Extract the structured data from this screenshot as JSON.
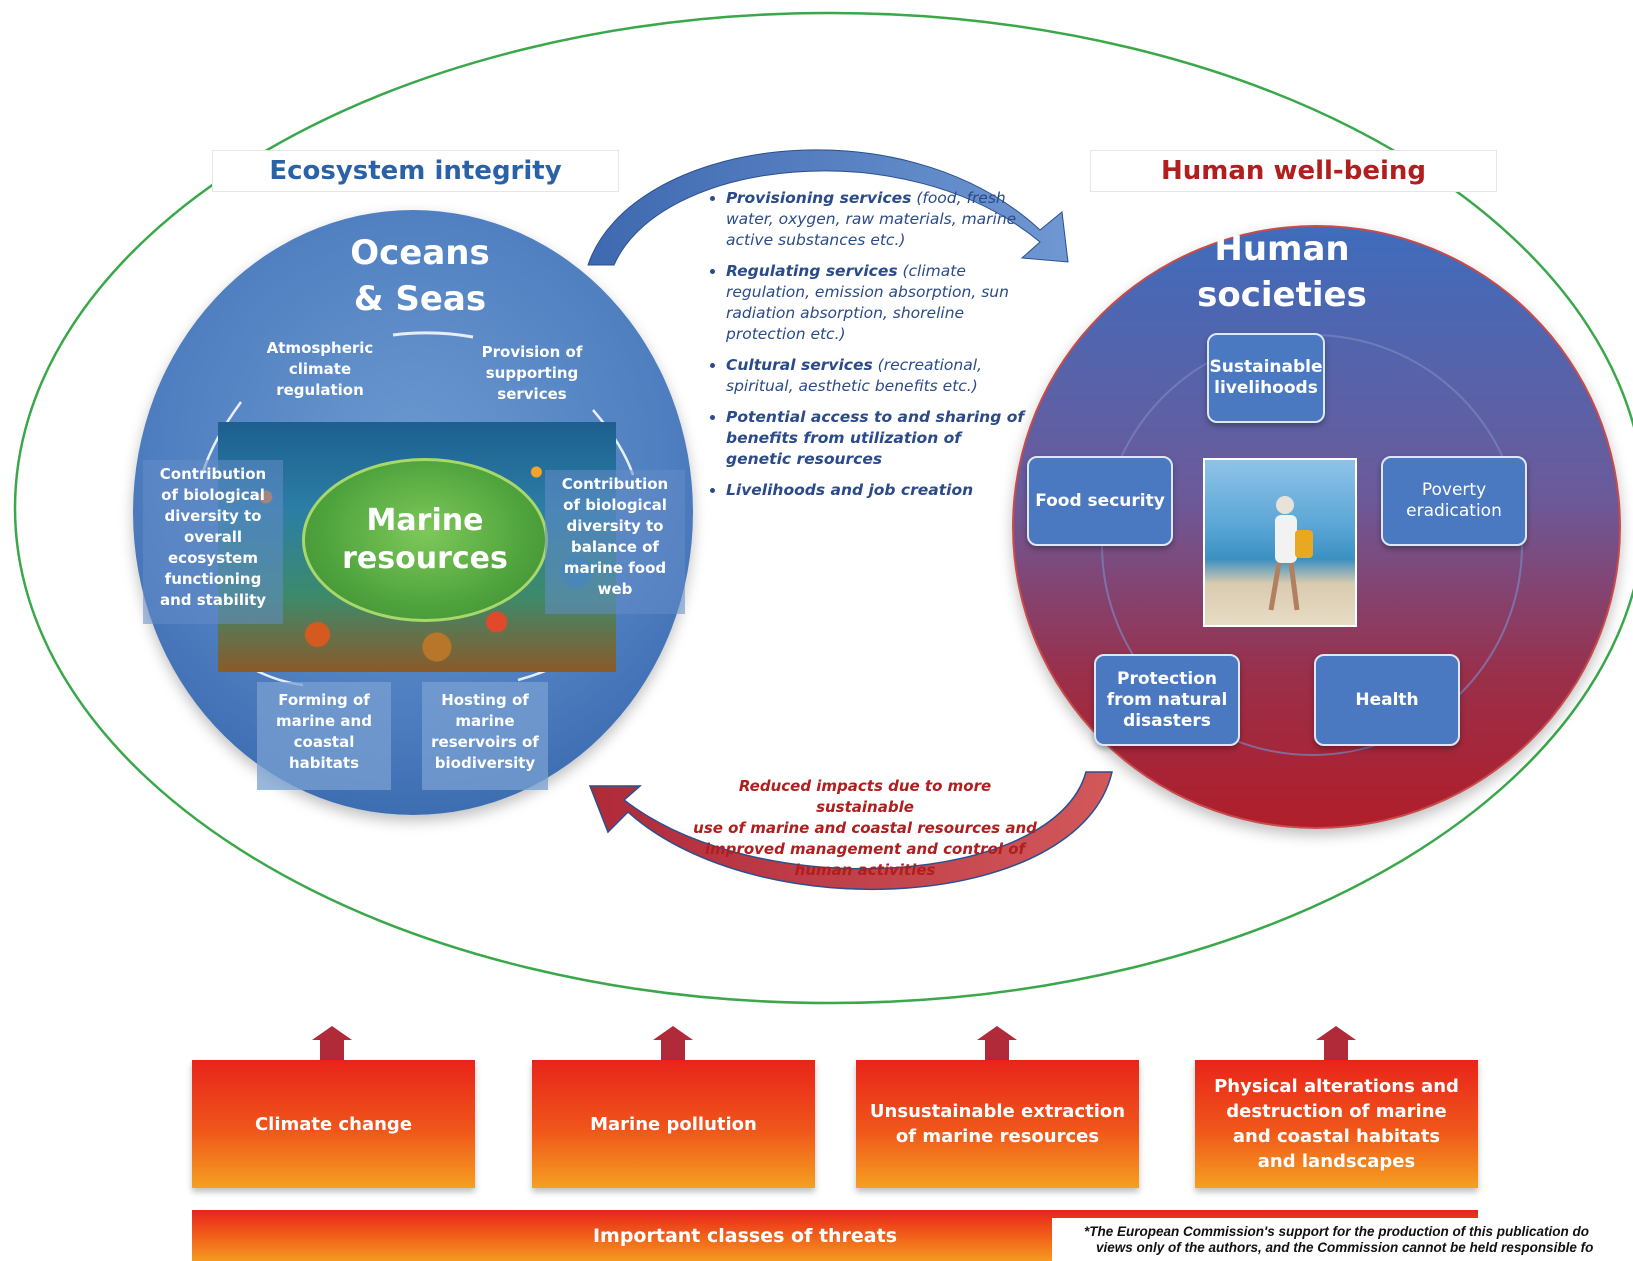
{
  "headers": {
    "left": "Ecosystem integrity",
    "right": "Human well-being"
  },
  "oceans": {
    "title_line1": "Oceans",
    "title_line2": "& Seas",
    "marine_line1": "Marine",
    "marine_line2": "resources",
    "items": {
      "atmospheric": [
        "Atmospheric",
        "climate",
        "regulation"
      ],
      "provision": [
        "Provision of",
        "supporting",
        "services"
      ],
      "contrib_left": [
        "Contribution",
        "of biological",
        "diversity to",
        "overall",
        "ecosystem",
        "functioning",
        "and stability"
      ],
      "contrib_right": [
        "Contribution",
        "of biological",
        "diversity to",
        "balance of",
        "marine food",
        "web"
      ],
      "forming": [
        "Forming of",
        "marine and",
        "coastal",
        "habitats"
      ],
      "hosting": [
        "Hosting of",
        "marine",
        "reservoirs of",
        "biodiversity"
      ]
    }
  },
  "services": [
    {
      "bold": "Provisioning services",
      "rest": " (food, fresh water, oxygen, raw materials, marine active substances etc.)"
    },
    {
      "bold": "Regulating services",
      "rest": " (climate regulation, emission absorption, sun radiation absorption, shoreline protection etc.)"
    },
    {
      "bold": "Cultural services",
      "rest": " (recreational, spiritual, aesthetic benefits etc.)"
    },
    {
      "bold": "Potential access to and sharing of benefits from utilization of genetic resources",
      "rest": ""
    },
    {
      "bold": "Livelihoods and job creation",
      "rest": ""
    }
  ],
  "reduced_impacts": [
    "Reduced impacts due to more sustainable",
    "use of marine and coastal resources and",
    "improved management and control of",
    "human activities"
  ],
  "human": {
    "title_line1": "Human",
    "title_line2": "societies",
    "nodes": {
      "sustainable": [
        "Sustainable",
        "livelihoods"
      ],
      "food": [
        "Food security"
      ],
      "poverty": [
        "Poverty",
        "eradication"
      ],
      "protection": [
        "Protection",
        "from natural",
        "disasters"
      ],
      "health": [
        "Health"
      ]
    }
  },
  "threats": {
    "climate": [
      "Climate change"
    ],
    "pollution": [
      "Marine pollution"
    ],
    "extraction": [
      "Unsustainable extraction",
      "of marine resources"
    ],
    "physical": [
      "Physical alterations and",
      "destruction of marine",
      "and coastal habitats",
      "and landscapes"
    ],
    "bar_label": "Important classes of threats"
  },
  "disclaimer": {
    "line1": "*The European Commission's support for the production of this publication do",
    "line2": "views only of the authors, and the Commission cannot be held responsible fo"
  },
  "colors": {
    "left_header": "#2a62a8",
    "right_header": "#b01e1e",
    "ellipse": "#3aa84a",
    "threat_arrow": "#b02a3a"
  }
}
